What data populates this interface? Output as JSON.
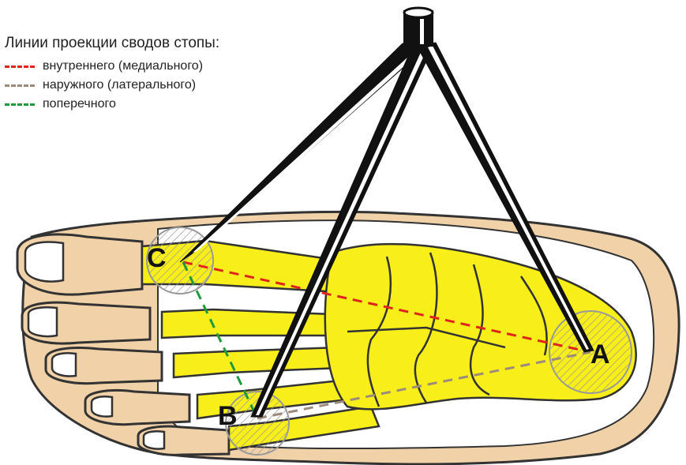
{
  "legend": {
    "title": "Линии проекции сводов стопы:",
    "items": [
      {
        "label": "внутреннего (медиального)",
        "color": "#e0241b"
      },
      {
        "label": "наружного (латерального)",
        "color": "#9c8b7a"
      },
      {
        "label": "поперечного",
        "color": "#1d9a3c"
      }
    ]
  },
  "points": {
    "a": "A",
    "b": "B",
    "c": "C"
  },
  "colors": {
    "skin": "#f1d2a8",
    "bone": "#f7ee1a",
    "outline": "#333333",
    "tripod": "#111111"
  }
}
